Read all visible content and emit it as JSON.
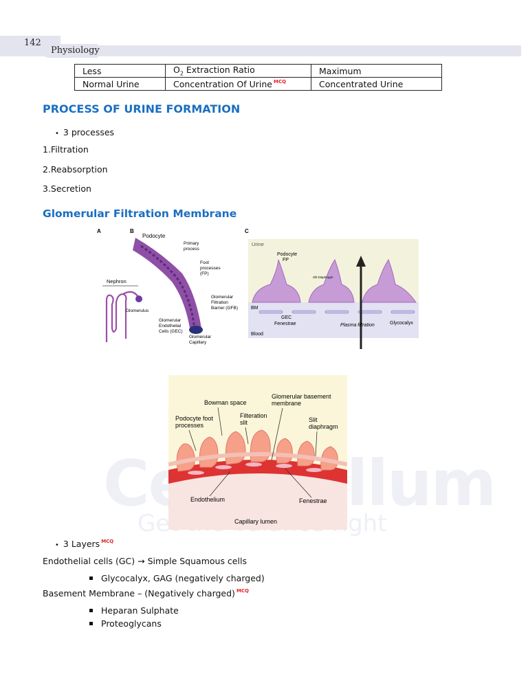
{
  "header": {
    "page_number": "142",
    "running_title": "Physiology"
  },
  "table": {
    "rows": [
      {
        "col1": "Less",
        "col2_pre": "O",
        "col2_sub": "2",
        "col2_post": " Extraction Ratio",
        "col3": "Maximum"
      },
      {
        "col1": "Normal Urine",
        "col2": "Concentration Of Urine",
        "col2_badge": "MCQ",
        "col3": "Concentrated Urine"
      }
    ]
  },
  "section1": {
    "title": "PROCESS OF URINE FORMATION",
    "bullet": "3 processes",
    "items": [
      "1.Filtration",
      "2.Reabsorption",
      "3.Secretion"
    ]
  },
  "section2": {
    "title": "Glomerular Filtration Membrane"
  },
  "figure1": {
    "panel_a": "A",
    "panel_b": "B",
    "panel_c": "C",
    "labels": {
      "nephron": "Nephron",
      "glomerulus": "Glomerulus",
      "podocyte": "Podocyte",
      "primary_l1": "Primary",
      "primary_l2": "process",
      "foot_l1": "Foot",
      "foot_l2": "processes",
      "foot_l3": "(FP)",
      "gfb_l1": "Glomerular",
      "gfb_l2": "Filtration",
      "gfb_l3": "Barrier (GFB)",
      "gec_l1": "Glomerular",
      "gec_l2": "Endothelial",
      "gec_l3": "Cells (GEC)",
      "cap_l1": "Glomerular",
      "cap_l2": "Capillary",
      "urine": "Urine",
      "podo_fp_l1": "Podocyte",
      "podo_fp_l2": "FP",
      "slit": "Slit Diaphragm",
      "bm": "BM",
      "gec_fen_l1": "GEC",
      "gec_fen_l2": "Fenestrae",
      "plasma": "Plasma filtration",
      "glyco": "Glycocalyx",
      "blood": "Blood"
    }
  },
  "figure2": {
    "labels": {
      "bowman": "Bowman space",
      "gbm_l1": "Glomerular basement",
      "gbm_l2": "membrane",
      "podo_l1": "Podocyte foot",
      "podo_l2": "processes",
      "filt_l1": "Filteration",
      "filt_l2": "slit",
      "slit_l1": "Slit",
      "slit_l2": "diaphragm",
      "endo": "Endothelium",
      "fen": "Fenestrae",
      "lumen": "Capillary lumen"
    }
  },
  "watermark": {
    "brand": "Cerebellum",
    "tagline": "Get the balance right"
  },
  "section3": {
    "bullet": "3 Layers",
    "bullet_badge": "MCQ",
    "line1_a": "Endothelial cells (GC)",
    "arrow": "→",
    "line1_b": "Simple Squamous cells",
    "sub1": [
      "Glycocalyx, GAG (negatively charged)"
    ],
    "line2": "Basement Membrane – (Negatively charged)",
    "line2_badge": "MCQ",
    "sub2": [
      "Heparan Sulphate",
      "Proteoglycans"
    ]
  }
}
